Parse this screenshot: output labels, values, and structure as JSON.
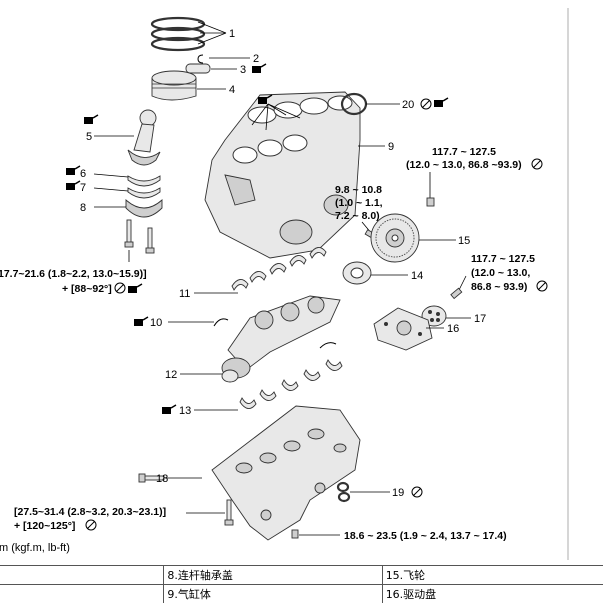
{
  "callouts": {
    "c1": "1",
    "c2": "2",
    "c3": "3",
    "c4": "4",
    "c5": "5",
    "c6": "6",
    "c7": "7",
    "c8": "8",
    "c9": "9",
    "c10": "10",
    "c11": "11",
    "c12": "12",
    "c13": "13",
    "c14": "14",
    "c15": "15",
    "c16": "16",
    "c17": "17",
    "c18": "18",
    "c19": "19",
    "c20": "20"
  },
  "torques": {
    "flywheel_top_1": "117.7 ~ 127.5",
    "flywheel_top_2": "(12.0 ~ 13.0, 86.8 ~93.9)",
    "flywheel_small_1": "9.8 ~ 10.8",
    "flywheel_small_2": "(1.0 ~ 1.1,",
    "flywheel_small_3": "7.2 ~ 8.0)",
    "drive_plate_1": "117.7 ~ 127.5",
    "drive_plate_2": "(12.0 ~ 13.0,",
    "drive_plate_3": "86.8 ~ 93.9)",
    "conrod_1": "17.7~21.6 (1.8~2.2, 13.0~15.9)]",
    "conrod_2": "+ [88~92°]",
    "main_cap_1": "[27.5~31.4 (2.8~3.2, 20.3~23.1)]",
    "main_cap_2": "+ [120~125°]",
    "bedplate": "18.6 ~ 23.5 (1.9 ~ 2.4, 13.7 ~ 17.4)",
    "unit_note": "m (kgf.m, lb-ft)"
  },
  "legend": {
    "row1": {
      "col1": "",
      "col2": "8.连杆轴承盖",
      "col3": "15.飞轮"
    },
    "row2": {
      "col1": "",
      "col2": "9.气缸体",
      "col3": "16.驱动盘"
    }
  }
}
